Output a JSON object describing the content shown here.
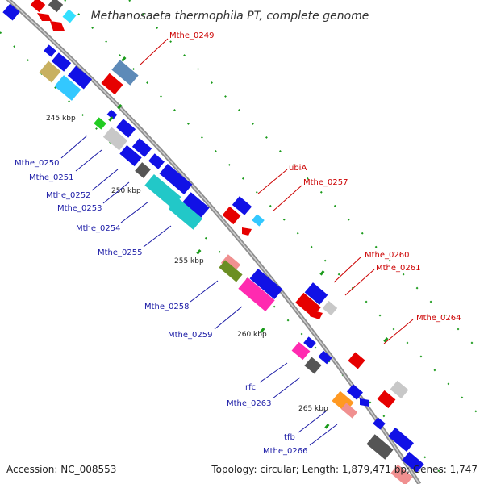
{
  "title": "Methanosaeta thermophila PT, complete genome",
  "colors": {
    "backbone": "#8e8e8e",
    "forward_label": "#cc0000",
    "reverse_label": "#1a1aa6",
    "tick": "#1a9a1a"
  },
  "kbp_labels": [
    "245 kbp",
    "250 kbp",
    "255 kbp",
    "260 kbp",
    "265 kbp"
  ],
  "forward_labels": [
    "Mthe_0249",
    "ubiA",
    "Mthe_0257",
    "Mthe_0260",
    "Mthe_0261",
    "Mthe_0264"
  ],
  "reverse_labels": [
    "Mthe_0250",
    "Mthe_0251",
    "Mthe_0252",
    "Mthe_0253",
    "Mthe_0254",
    "Mthe_0255",
    "Mthe_0258",
    "Mthe_0259",
    "rfc",
    "Mthe_0263",
    "tfb",
    "Mthe_0266"
  ],
  "footer": {
    "accession": "Accession: NC_008553",
    "info": "Topology: circular; Length: 1,879,471 bp; Genes: 1,747"
  }
}
